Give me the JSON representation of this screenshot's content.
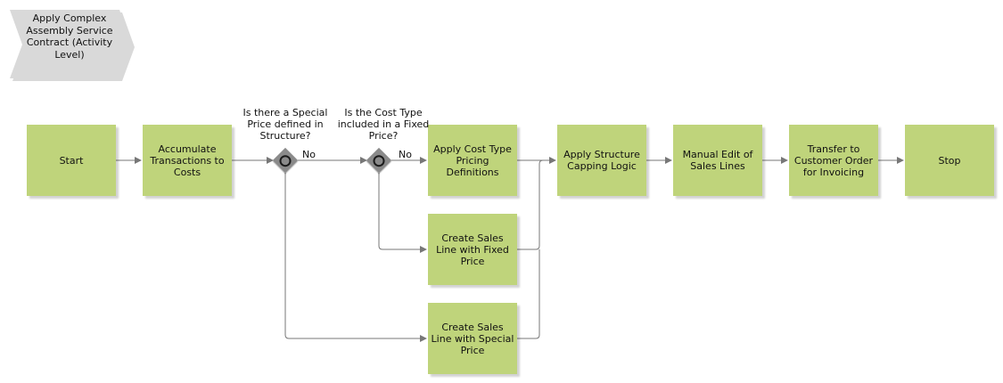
{
  "process": {
    "title": "Apply Complex Assembly Service Contract (Activity Level)"
  },
  "nodes": {
    "start": "Start",
    "accumulate": "Accumulate Transactions to Costs",
    "cost_type_pricing": "Apply Cost Type Pricing Definitions",
    "fixed_price_line": "Create Sales Line with Fixed Price",
    "special_price_line": "Create Sales Line with Special Price",
    "capping": "Apply Structure Capping Logic",
    "manual_edit": "Manual Edit of Sales Lines",
    "transfer": "Transfer to Customer Order for Invoicing",
    "stop": "Stop"
  },
  "gateways": {
    "special_price": {
      "question": "Is there a Special Price defined in Structure?",
      "no_label": "No"
    },
    "fixed_price": {
      "question": "Is the Cost Type included in a Fixed Price?",
      "no_label": "No"
    }
  },
  "colors": {
    "activity_fill": "#bfd47b",
    "gateway_fill": "#8a8a8a",
    "chevron_fill": "#d9d9d9",
    "connector": "#777777"
  }
}
